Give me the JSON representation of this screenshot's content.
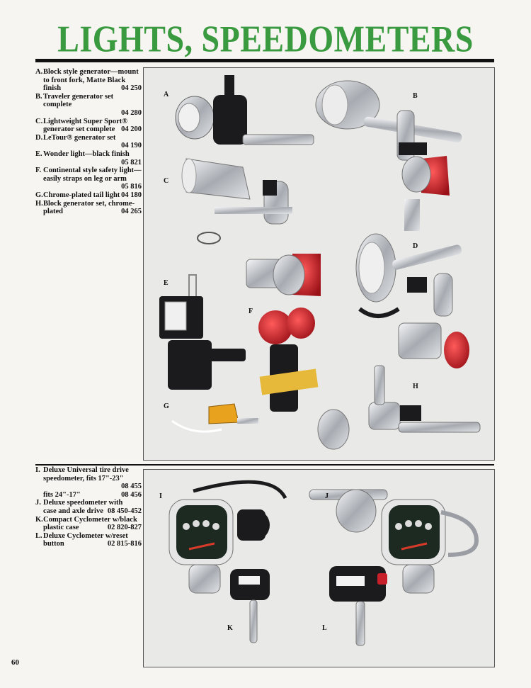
{
  "title": "LIGHTS, SPEEDOMETERS",
  "page_number": "60",
  "section1": {
    "items": [
      {
        "letter": "A.",
        "lines": [
          "Block style generator—mount",
          "to front fork, Matte Black",
          "finish"
        ],
        "code": "04 250",
        "code_inline": true
      },
      {
        "letter": "B.",
        "lines": [
          "Traveler generator set complete"
        ],
        "code": "04 280",
        "code_inline": false
      },
      {
        "letter": "C.",
        "lines": [
          "Lightweight Super Sport®",
          "generator set complete"
        ],
        "code": "04 200",
        "code_inline": true
      },
      {
        "letter": "D.",
        "lines": [
          "LeTour® generator set"
        ],
        "code": "04 190",
        "code_inline": false
      },
      {
        "letter": "E.",
        "lines": [
          "Wonder light—black finish"
        ],
        "code": "05 821",
        "code_inline": false
      },
      {
        "letter": "F.",
        "lines": [
          "Continental style safety light—",
          "easily straps on leg or arm"
        ],
        "code": "05 816",
        "code_inline": false
      },
      {
        "letter": "G.",
        "lines": [
          "Chrome-plated tail light"
        ],
        "code": "04 180",
        "code_inline": true
      },
      {
        "letter": "H.",
        "lines": [
          "Block generator set, chrome-",
          "plated"
        ],
        "code": "04 265",
        "code_inline": true
      }
    ]
  },
  "section2": {
    "items": [
      {
        "letter": "I.",
        "lines": [
          "Deluxe Universal tire drive",
          "speedometer, fits 17\"-23\""
        ],
        "code": "08 455",
        "code_inline": false
      },
      {
        "letter": "",
        "lines": [
          "fits 24\"-17\""
        ],
        "code": "08 456",
        "code_inline": true
      },
      {
        "letter": "J.",
        "lines": [
          "Deluxe speedometer with",
          "case and axle drive"
        ],
        "code": "08 450-452",
        "code_inline": true
      },
      {
        "letter": "K.",
        "lines": [
          "Compact Cyclometer w/black",
          "plastic case"
        ],
        "code": "02 820-827",
        "code_inline": true
      },
      {
        "letter": "L.",
        "lines": [
          "Deluxe Cyclometer w/reset",
          "button"
        ],
        "code": "02 815-816",
        "code_inline": true
      }
    ]
  },
  "photo1_labels": [
    "A",
    "B",
    "C",
    "D",
    "E",
    "F",
    "G",
    "H"
  ],
  "photo2_labels": [
    "I",
    "J",
    "K",
    "L"
  ],
  "colors": {
    "title_green": "#3a9a3f",
    "tail_red": "#c8202a",
    "amber": "#e8a21e",
    "chrome": "#c9ccd0"
  }
}
